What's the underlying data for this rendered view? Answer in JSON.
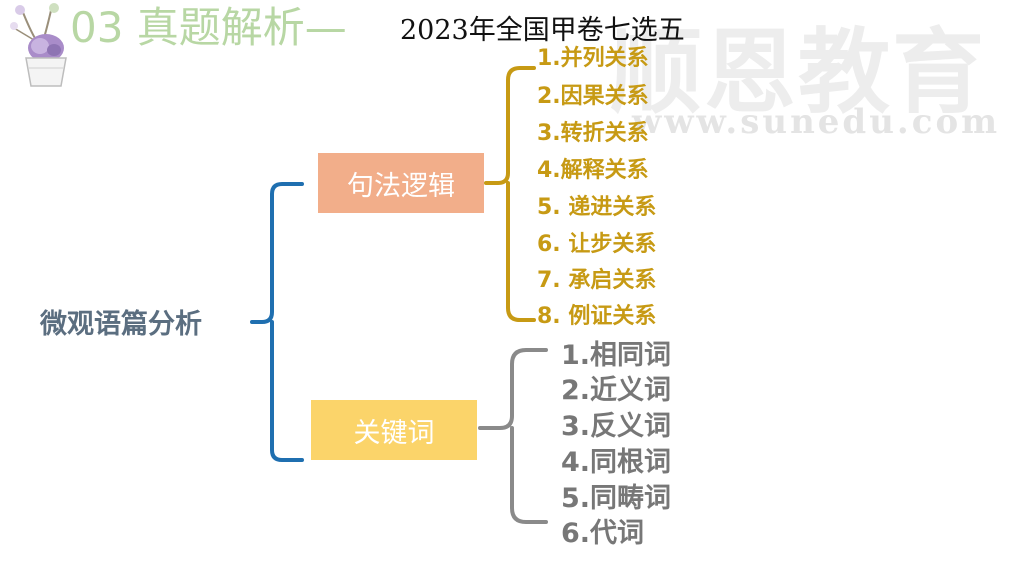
{
  "header": {
    "title": "03 真题解析—",
    "subtitle": "2023年全国甲卷七选五"
  },
  "watermark": {
    "brand": "顺恩教育",
    "url": "www.sunedu.com"
  },
  "mindmap": {
    "root": "微观语篇分析",
    "branches": [
      {
        "label": "句法逻辑",
        "items": [
          "1.并列关系",
          "2.因果关系",
          "3.转折关系",
          "4.解释关系",
          "5. 递进关系",
          "6. 让步关系",
          "7. 承启关系",
          "8. 例证关系"
        ]
      },
      {
        "label": "关键词",
        "items": [
          "1.相同词",
          "2.近义词",
          "3.反义词",
          "4.同根词",
          "5.同畴词",
          "6.代词"
        ]
      }
    ]
  },
  "colors": {
    "title_green": "#b8d7a4",
    "root_text": "#5b6e80",
    "blue_bracket": "#1f6fb0",
    "syntax_box": "#f2ae8a",
    "keyword_box": "#fbd46a",
    "gold": "#c79a14",
    "gray": "#777777"
  }
}
